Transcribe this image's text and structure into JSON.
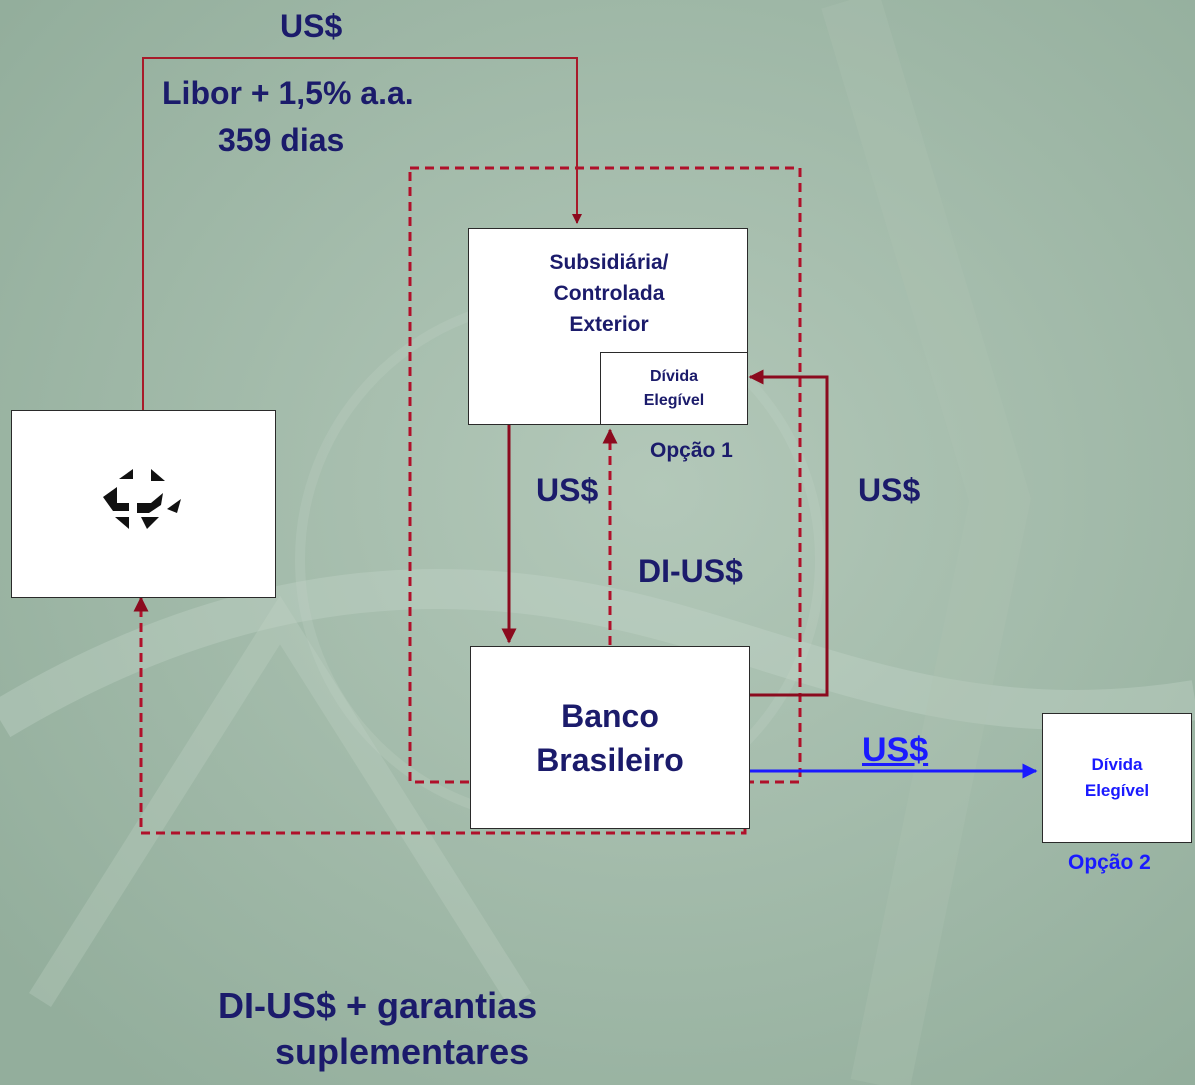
{
  "labels": {
    "top_currency": "US$",
    "top_rate": "Libor + 1,5% a.a.",
    "top_term": "359 dias",
    "sub_box": "Subsidiária/ Controlada Exterior",
    "debt_box_1": "Dívida Elegível",
    "option_1": "Opção 1",
    "mid_currency_left": "US$",
    "mid_di_usd": "DI-US$",
    "mid_currency_right": "US$",
    "bank_box": "Banco Brasileiro",
    "debt_box_2": "Dívida Elegível",
    "option_2": "Opção 2",
    "bank_to_debt_currency": "US$",
    "bottom_line1": "DI-US$ + garantias",
    "bottom_line2": "suplementares"
  },
  "logo_icon": "central-bank-logo-icon",
  "colors": {
    "background": "#9fb8a8",
    "text_dark": "#1b1b6b",
    "arrow_dark_red": "#8b0a1e",
    "arrow_blue": "#1a1aff",
    "dashed_red": "#b0102a"
  }
}
